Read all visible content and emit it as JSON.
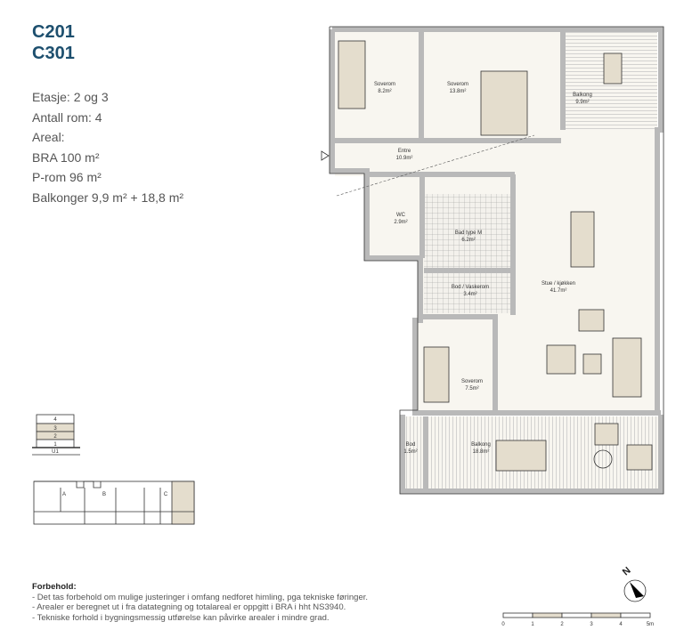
{
  "header": {
    "unit_1": "C201",
    "unit_2": "C301"
  },
  "info": {
    "floor": "Etasje: 2 og 3",
    "rooms": "Antall rom: 4",
    "area_label": "Areal:",
    "bra": "BRA 100 m²",
    "prom": "P-rom 96 m²",
    "balconies": "Balkonger 9,9  m² + 18,8 m²"
  },
  "rooms": [
    {
      "name": "Soverom",
      "area": "8.2m²"
    },
    {
      "name": "Soverom",
      "area": "13.8m²"
    },
    {
      "name": "Balkong",
      "area": "9.9m²"
    },
    {
      "name": "Entre",
      "area": "10.9m²"
    },
    {
      "name": "WC",
      "area": "2.9m²"
    },
    {
      "name": "Bad type M",
      "area": "6.2m²"
    },
    {
      "name": "Bod / Vaskerom",
      "area": "3.4m²"
    },
    {
      "name": "Stue / kjøkken",
      "area": "41.7m²"
    },
    {
      "name": "Soverom",
      "area": "7.5m²"
    },
    {
      "name": "Bod",
      "area": "1.5m²"
    },
    {
      "name": "Balkong",
      "area": "18.8m²"
    }
  ],
  "floor_stack": {
    "levels": [
      "4",
      "3",
      "2",
      "1",
      "U1"
    ],
    "highlighted": [
      "3",
      "2"
    ]
  },
  "key_plan": {
    "stairs": [
      "A",
      "B",
      "C"
    ]
  },
  "compass": {
    "label": "N"
  },
  "scale": {
    "ticks": [
      "0",
      "1",
      "2",
      "3",
      "4",
      "5m"
    ]
  },
  "notes": {
    "heading": "Forbehold:",
    "items": [
      "- Det tas forbehold om mulige justeringer i omfang nedforet himling, pga tekniske føringer.",
      "- Arealer er beregnet ut i fra datategning og totalareal er oppgitt i BRA i hht NS3940.",
      "- Tekniske forhold i bygningsmessig utførelse kan påvirke arealer i mindre grad."
    ]
  },
  "colors": {
    "title": "#1d4f6e",
    "wall": "#b9b9b9",
    "floor": "#f8f6f0",
    "furniture": "#e4ddcd"
  }
}
